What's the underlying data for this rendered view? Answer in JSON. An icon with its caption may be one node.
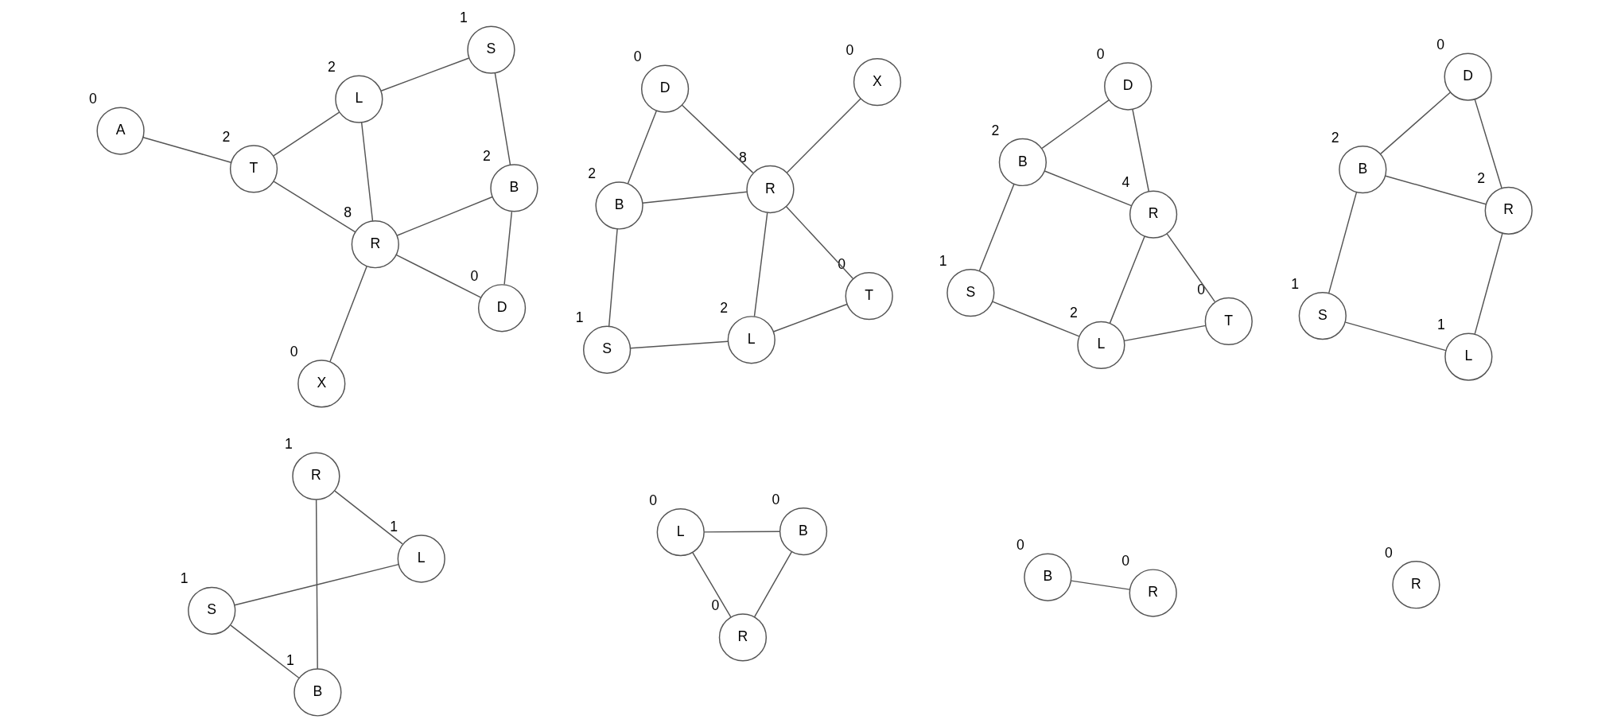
{
  "diagram": {
    "nodes": [
      {
        "text": [
          "A"
        ],
        "beside": [
          "0"
        ]
      },
      {
        "text": [
          "S"
        ],
        "beside": [
          "1"
        ]
      },
      {
        "text": [
          "T"
        ],
        "beside": [
          "2"
        ]
      },
      {
        "text": [
          "L"
        ],
        "beside": [
          "2"
        ]
      },
      {
        "text": [
          "B"
        ],
        "beside": [
          "2"
        ]
      },
      {
        "text": [
          "R"
        ],
        "beside": [
          "8"
        ]
      },
      {
        "text": [
          "X"
        ],
        "beside": [
          "0"
        ]
      },
      {
        "text": [
          "D"
        ],
        "beside": [
          "0"
        ]
      },
      {
        "text": [
          "S"
        ],
        "beside": [
          "1"
        ]
      },
      {
        "text": [
          "T"
        ],
        "beside": [
          "0"
        ]
      },
      {
        "text": [
          "L"
        ],
        "beside": [
          "2"
        ]
      },
      {
        "text": [
          "B"
        ],
        "beside": [
          "2"
        ]
      },
      {
        "text": [
          "R"
        ],
        "beside": [
          "8"
        ]
      },
      {
        "text": [
          "X"
        ],
        "beside": [
          "0"
        ]
      },
      {
        "text": [
          "D"
        ],
        "beside": [
          "0"
        ]
      },
      {
        "text": [
          "S"
        ],
        "beside": [
          "1"
        ]
      },
      {
        "text": [
          "T"
        ],
        "beside": [
          "0"
        ]
      },
      {
        "text": [
          "L"
        ],
        "beside": [
          "2"
        ]
      },
      {
        "text": [
          "B"
        ],
        "beside": [
          "2"
        ]
      },
      {
        "text": [
          "R"
        ],
        "beside": [
          "4"
        ]
      },
      {
        "text": [
          "D"
        ],
        "beside": [
          "0"
        ]
      },
      {
        "text": [
          "S"
        ],
        "beside": [
          "1"
        ]
      },
      {
        "text": [
          "L"
        ],
        "beside": [
          "1"
        ]
      },
      {
        "text": [
          "B"
        ],
        "beside": [
          "2"
        ]
      },
      {
        "text": [
          "R"
        ],
        "beside": [
          "2"
        ]
      },
      {
        "text": [
          "D"
        ],
        "beside": [
          "0"
        ]
      },
      {
        "text": [
          "S"
        ],
        "beside": [
          "1"
        ]
      },
      {
        "text": [
          "L"
        ],
        "beside": [
          "1"
        ]
      },
      {
        "text": [
          "B"
        ],
        "beside": [
          "1"
        ]
      },
      {
        "text": [
          "R"
        ],
        "beside": [
          "1"
        ]
      },
      {
        "text": [
          "L"
        ],
        "beside": [
          "0"
        ]
      },
      {
        "text": [
          "B"
        ],
        "beside": [
          "0"
        ]
      },
      {
        "text": [
          "R"
        ],
        "beside": [
          "0"
        ]
      },
      {
        "text": [
          "B"
        ],
        "beside": [
          "0"
        ]
      },
      {
        "text": [
          "R"
        ],
        "beside": [
          "0"
        ]
      },
      {
        "text": [
          "R"
        ],
        "beside": [
          "0"
        ]
      }
    ],
    "edges": [
      {
        "from": 0,
        "to": 2,
        "arrow": "none"
      },
      {
        "from": 1,
        "to": 3,
        "arrow": "none"
      },
      {
        "from": 1,
        "to": 4,
        "arrow": "none"
      },
      {
        "from": 2,
        "to": 3,
        "arrow": "none"
      },
      {
        "from": 2,
        "to": 5,
        "arrow": "none"
      },
      {
        "from": 3,
        "to": 5,
        "arrow": "none"
      },
      {
        "from": 4,
        "to": 5,
        "arrow": "none"
      },
      {
        "from": 4,
        "to": 7,
        "arrow": "none"
      },
      {
        "from": 5,
        "to": 6,
        "arrow": "none"
      },
      {
        "from": 5,
        "to": 7,
        "arrow": "none"
      },
      {
        "from": 8,
        "to": 10,
        "arrow": "none"
      },
      {
        "from": 8,
        "to": 11,
        "arrow": "none"
      },
      {
        "from": 9,
        "to": 10,
        "arrow": "none"
      },
      {
        "from": 9,
        "to": 12,
        "arrow": "none"
      },
      {
        "from": 10,
        "to": 12,
        "arrow": "none"
      },
      {
        "from": 11,
        "to": 12,
        "arrow": "none"
      },
      {
        "from": 11,
        "to": 14,
        "arrow": "none"
      },
      {
        "from": 12,
        "to": 13,
        "arrow": "none"
      },
      {
        "from": 12,
        "to": 14,
        "arrow": "none"
      },
      {
        "from": 15,
        "to": 17,
        "arrow": "none"
      },
      {
        "from": 15,
        "to": 18,
        "arrow": "none"
      },
      {
        "from": 16,
        "to": 17,
        "arrow": "none"
      },
      {
        "from": 16,
        "to": 19,
        "arrow": "none"
      },
      {
        "from": 17,
        "to": 19,
        "arrow": "none"
      },
      {
        "from": 18,
        "to": 19,
        "arrow": "none"
      },
      {
        "from": 18,
        "to": 20,
        "arrow": "none"
      },
      {
        "from": 19,
        "to": 20,
        "arrow": "none"
      },
      {
        "from": 21,
        "to": 22,
        "arrow": "none"
      },
      {
        "from": 21,
        "to": 23,
        "arrow": "none"
      },
      {
        "from": 22,
        "to": 24,
        "arrow": "none"
      },
      {
        "from": 23,
        "to": 24,
        "arrow": "none"
      },
      {
        "from": 23,
        "to": 25,
        "arrow": "none"
      },
      {
        "from": 24,
        "to": 25,
        "arrow": "none"
      },
      {
        "from": 26,
        "to": 27,
        "arrow": "none"
      },
      {
        "from": 26,
        "to": 28,
        "arrow": "none"
      },
      {
        "from": 27,
        "to": 29,
        "arrow": "none"
      },
      {
        "from": 28,
        "to": 29,
        "arrow": "none"
      },
      {
        "from": 30,
        "to": 31,
        "arrow": "none"
      },
      {
        "from": 30,
        "to": 32,
        "arrow": "none"
      },
      {
        "from": 32,
        "to": 31,
        "arrow": "none"
      },
      {
        "from": 34,
        "to": 33,
        "arrow": "none"
      }
    ]
  }
}
